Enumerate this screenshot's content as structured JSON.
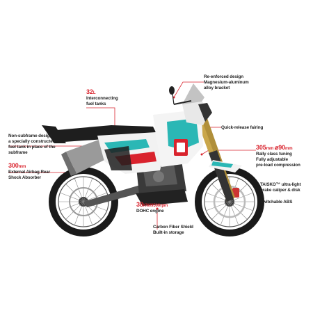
{
  "colors": {
    "accent": "#d9232d",
    "teal": "#2bb7b5",
    "dark": "#222222"
  },
  "callouts": {
    "bracket": {
      "lines": [
        "Re-enforced design",
        "Magnesium-aluminum",
        "alloy bracket"
      ]
    },
    "fuel": {
      "value": "32",
      "unit": "L",
      "lines": [
        "Interconnecting",
        "fuel tanks"
      ]
    },
    "fairing": {
      "lines": [
        "Quick-release fairing"
      ]
    },
    "subframe": {
      "lines": [
        "Non-subframe design",
        "a specially constructed",
        "fuel tank in place of the",
        "subframe"
      ]
    },
    "shock": {
      "value": "300",
      "unit": "mm",
      "lines": [
        "External Airbag Rear",
        "Shock Absorber"
      ]
    },
    "fork": {
      "value1": "305",
      "unit1": "mm",
      "symbol": "⌀",
      "value2": "90",
      "unit2": "mm",
      "lines": [
        "Rally class tuning",
        "Fully adjustable",
        "pre-load compression"
      ]
    },
    "brake": {
      "lines": [
        "TAISKO™ ultra-light",
        "brake caliper & disk"
      ]
    },
    "abs": {
      "lines": [
        "Switchable ABS"
      ]
    },
    "engine": {
      "value": "38",
      "unit": "KW/9500rpm",
      "lines": [
        "DOHC engine"
      ]
    },
    "shield": {
      "lines": [
        "Carbon Fiber Shield",
        "Built-in storage"
      ]
    }
  }
}
